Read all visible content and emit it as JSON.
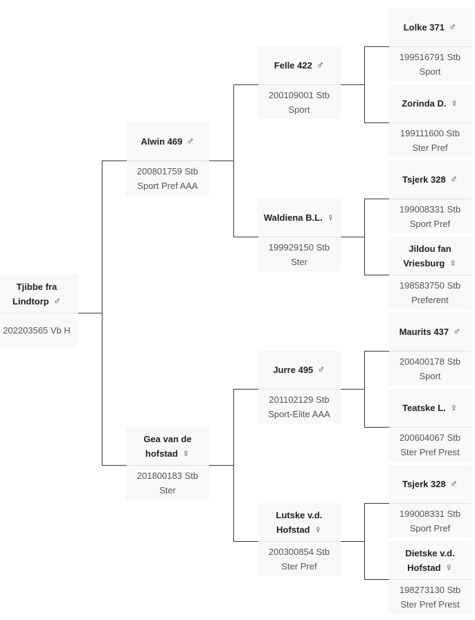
{
  "nodes": {
    "subject": {
      "name": "Tjibbe fra Lindtorp",
      "name_lines": [
        "Tjibbe fra",
        "Lindtorp"
      ],
      "sex": "male",
      "reg": "202203565 Vb H",
      "pred": ""
    },
    "sire": {
      "name": "Alwin 469",
      "sex": "male",
      "reg": "200801759 Stb",
      "pred": "Sport Pref AAA"
    },
    "dam": {
      "name": "Gea van de hofstad",
      "name_lines": [
        "Gea van de",
        "hofstad"
      ],
      "sex": "female",
      "reg": "201800183 Stb",
      "pred": "Ster"
    },
    "sire_sire": {
      "name": "Felle 422",
      "sex": "male",
      "reg": "200109001 Stb",
      "pred": "Sport"
    },
    "sire_dam": {
      "name": "Waldiena B.L.",
      "sex": "female",
      "reg": "199929150 Stb",
      "pred": "Ster"
    },
    "dam_sire": {
      "name": "Jurre 495",
      "sex": "male",
      "reg": "201102129 Stb",
      "pred": "Sport-Elite AAA"
    },
    "dam_dam": {
      "name": "Lutske v.d. Hofstad",
      "name_lines": [
        "Lutske v.d.",
        "Hofstad"
      ],
      "sex": "female",
      "reg": "200300854 Stb",
      "pred": "Ster Pref"
    },
    "ss_sire": {
      "name": "Lolke 371",
      "sex": "male",
      "reg": "199516791 Stb",
      "pred": "Sport"
    },
    "ss_dam": {
      "name": "Zorinda D.",
      "sex": "female",
      "reg": "199111600 Stb",
      "pred": "Ster Pref"
    },
    "sd_sire": {
      "name": "Tsjerk 328",
      "sex": "male",
      "reg": "199008331 Stb",
      "pred": "Sport Pref"
    },
    "sd_dam": {
      "name": "Jildou fan Vriesburg",
      "name_lines": [
        "Jildou fan",
        "Vriesburg"
      ],
      "sex": "female",
      "reg": "198583750 Stb",
      "pred": "Preferent"
    },
    "ds_sire": {
      "name": "Maurits 437",
      "sex": "male",
      "reg": "200400178 Stb",
      "pred": "Sport"
    },
    "ds_dam": {
      "name": "Teatske L.",
      "sex": "female",
      "reg": "200604067 Stb",
      "pred": "Ster Pref Prest"
    },
    "dd_sire": {
      "name": "Tsjerk 328",
      "sex": "male",
      "reg": "199008331 Stb",
      "pred": "Sport Pref"
    },
    "dd_dam": {
      "name": "Dietske v.d. Hofstad",
      "name_lines": [
        "Dietske v.d.",
        "Hofstad"
      ],
      "sex": "female",
      "reg": "198273130 Stb",
      "pred": "Ster Pref Prest"
    }
  },
  "symbols": {
    "male": "♂",
    "female": "♀",
    "male_icon": "male-icon",
    "female_icon": "female-icon"
  },
  "colors": {
    "card_bg": "#f7f8f9",
    "divider": "#dde3e6",
    "line": "#333333"
  }
}
